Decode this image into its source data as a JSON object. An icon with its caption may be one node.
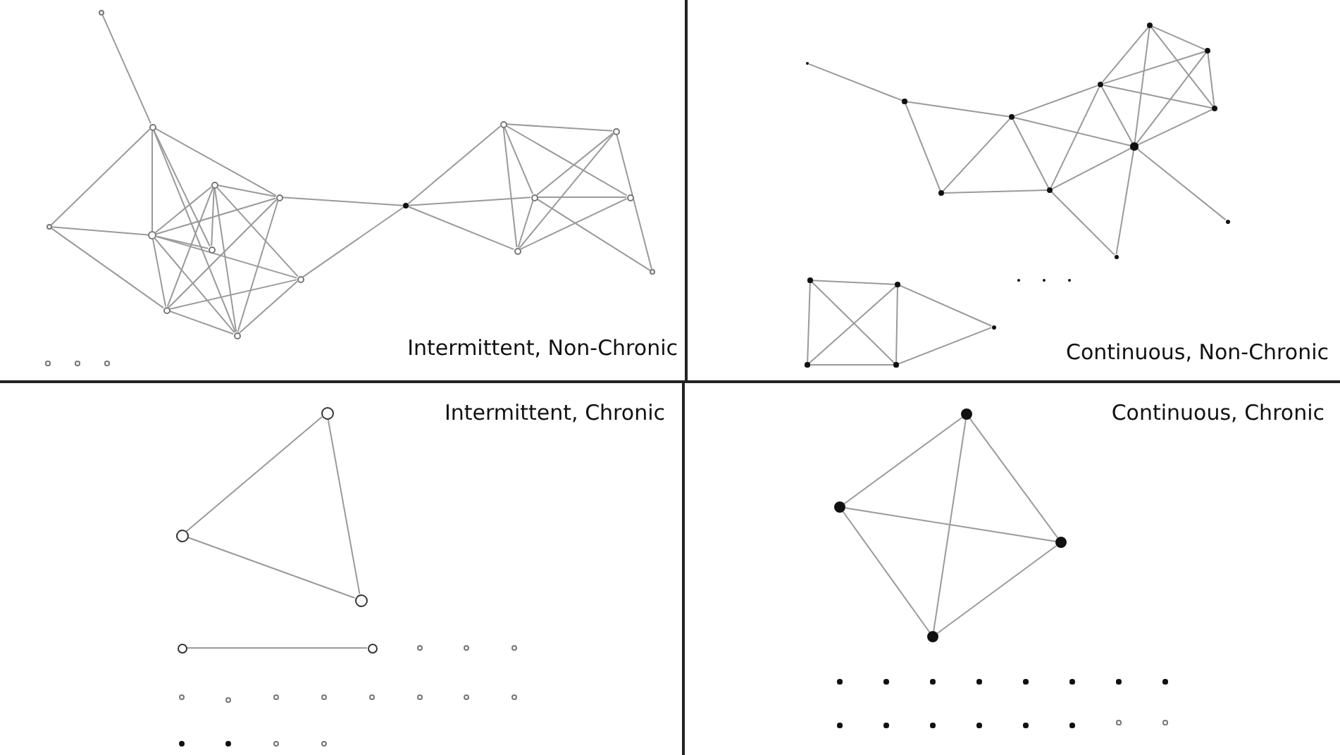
{
  "diagram": {
    "nodes": [
      {
        "text": [],
        "shape": "circle"
      },
      {
        "text": [],
        "shape": "circle"
      },
      {
        "text": [],
        "shape": "circle"
      },
      {
        "text": [],
        "shape": "circle"
      },
      {
        "text": [],
        "shape": "circle"
      },
      {
        "text": [],
        "shape": "circle"
      },
      {
        "text": [],
        "shape": "circle"
      },
      {
        "text": [],
        "shape": "circle"
      },
      {
        "text": [],
        "shape": "circle"
      },
      {
        "text": [],
        "shape": "circle"
      },
      {
        "text": [],
        "shape": "circle"
      },
      {
        "text": [],
        "shape": "circle"
      },
      {
        "text": [],
        "shape": "circle"
      },
      {
        "text": [],
        "shape": "circle"
      },
      {
        "text": [],
        "shape": "circle"
      },
      {
        "text": [],
        "shape": "circle"
      },
      {
        "text": [],
        "shape": "circle"
      },
      {
        "text": [],
        "shape": "circle"
      },
      {
        "text": [],
        "shape": "circle"
      },
      {
        "text": [],
        "shape": "circle"
      },
      {
        "text": [],
        "shape": "circle"
      },
      {
        "text": [],
        "shape": "circle"
      },
      {
        "text": [],
        "shape": "circle"
      },
      {
        "text": [],
        "shape": "circle"
      },
      {
        "text": [],
        "shape": "circle"
      },
      {
        "text": [],
        "shape": "circle"
      },
      {
        "text": [],
        "shape": "circle"
      },
      {
        "text": [],
        "shape": "circle"
      },
      {
        "text": [],
        "shape": "circle"
      },
      {
        "text": [],
        "shape": "circle"
      },
      {
        "text": [],
        "shape": "circle"
      },
      {
        "text": [],
        "shape": "circle"
      },
      {
        "text": [],
        "shape": "circle"
      },
      {
        "text": [],
        "shape": "circle"
      },
      {
        "text": [],
        "shape": "circle"
      },
      {
        "text": [],
        "shape": "circle"
      },
      {
        "text": [],
        "shape": "circle"
      },
      {
        "text": [],
        "shape": "circle"
      },
      {
        "text": [],
        "shape": "circle"
      },
      {
        "text": [],
        "shape": "circle"
      },
      {
        "text": [],
        "shape": "circle"
      },
      {
        "text": [],
        "shape": "circle"
      },
      {
        "text": [],
        "shape": "circle"
      },
      {
        "text": [],
        "shape": "circle"
      },
      {
        "text": [],
        "shape": "circle"
      },
      {
        "text": [],
        "shape": "circle"
      },
      {
        "text": [],
        "shape": "circle"
      },
      {
        "text": [],
        "shape": "circle"
      },
      {
        "text": [],
        "shape": "circle"
      },
      {
        "text": [],
        "shape": "circle"
      },
      {
        "text": [],
        "shape": "circle"
      },
      {
        "text": [],
        "shape": "circle"
      },
      {
        "text": [],
        "shape": "circle"
      },
      {
        "text": [],
        "shape": "circle"
      },
      {
        "text": [],
        "shape": "circle"
      },
      {
        "text": [],
        "shape": "circle"
      },
      {
        "text": [],
        "shape": "circle"
      },
      {
        "text": [],
        "shape": "circle"
      },
      {
        "text": [],
        "shape": "circle"
      },
      {
        "text": [],
        "shape": "circle"
      },
      {
        "text": [],
        "shape": "circle"
      },
      {
        "text": [],
        "shape": "circle"
      },
      {
        "text": [],
        "shape": "circle"
      },
      {
        "text": [],
        "shape": "circle"
      },
      {
        "text": [],
        "shape": "circle"
      },
      {
        "text": [],
        "shape": "circle"
      },
      {
        "text": [],
        "shape": "circle"
      },
      {
        "text": [],
        "shape": "circle"
      },
      {
        "text": [],
        "shape": "circle"
      },
      {
        "text": [],
        "shape": "circle"
      },
      {
        "text": [],
        "shape": "circle"
      },
      {
        "text": [],
        "shape": "circle"
      },
      {
        "text": [],
        "shape": "circle"
      },
      {
        "text": [],
        "shape": "circle"
      },
      {
        "text": [],
        "shape": "circle"
      },
      {
        "text": [],
        "shape": "circle"
      },
      {
        "text": [],
        "shape": "circle"
      },
      {
        "text": [],
        "shape": "circle"
      },
      {
        "text": [],
        "shape": "circle"
      },
      {
        "text": [],
        "shape": "circle"
      }
    ],
    "edges": [
      {
        "from": 0,
        "to": 1,
        "arrow": "none"
      },
      {
        "from": 1,
        "to": 4,
        "arrow": "none"
      },
      {
        "from": 1,
        "to": 5,
        "arrow": "none"
      },
      {
        "from": 1,
        "to": 6,
        "arrow": "none"
      },
      {
        "from": 1,
        "to": 3,
        "arrow": "none"
      },
      {
        "from": 1,
        "to": 9,
        "arrow": "none"
      },
      {
        "from": 4,
        "to": 5,
        "arrow": "none"
      },
      {
        "from": 4,
        "to": 8,
        "arrow": "none"
      },
      {
        "from": 5,
        "to": 2,
        "arrow": "none"
      },
      {
        "from": 5,
        "to": 3,
        "arrow": "none"
      },
      {
        "from": 5,
        "to": 6,
        "arrow": "none"
      },
      {
        "from": 5,
        "to": 7,
        "arrow": "none"
      },
      {
        "from": 5,
        "to": 8,
        "arrow": "none"
      },
      {
        "from": 5,
        "to": 9,
        "arrow": "none"
      },
      {
        "from": 2,
        "to": 3,
        "arrow": "none"
      },
      {
        "from": 2,
        "to": 6,
        "arrow": "none"
      },
      {
        "from": 2,
        "to": 8,
        "arrow": "none"
      },
      {
        "from": 2,
        "to": 9,
        "arrow": "none"
      },
      {
        "from": 2,
        "to": 7,
        "arrow": "none"
      },
      {
        "from": 3,
        "to": 8,
        "arrow": "none"
      },
      {
        "from": 3,
        "to": 9,
        "arrow": "none"
      },
      {
        "from": 8,
        "to": 7,
        "arrow": "none"
      },
      {
        "from": 8,
        "to": 9,
        "arrow": "none"
      },
      {
        "from": 9,
        "to": 7,
        "arrow": "none"
      },
      {
        "from": 3,
        "to": 10,
        "arrow": "none"
      },
      {
        "from": 7,
        "to": 10,
        "arrow": "none"
      },
      {
        "from": 10,
        "to": 11,
        "arrow": "none"
      },
      {
        "from": 10,
        "to": 13,
        "arrow": "none"
      },
      {
        "from": 10,
        "to": 15,
        "arrow": "none"
      },
      {
        "from": 11,
        "to": 12,
        "arrow": "none"
      },
      {
        "from": 11,
        "to": 13,
        "arrow": "none"
      },
      {
        "from": 11,
        "to": 14,
        "arrow": "none"
      },
      {
        "from": 11,
        "to": 15,
        "arrow": "none"
      },
      {
        "from": 12,
        "to": 13,
        "arrow": "none"
      },
      {
        "from": 12,
        "to": 15,
        "arrow": "none"
      },
      {
        "from": 12,
        "to": 16,
        "arrow": "none"
      },
      {
        "from": 13,
        "to": 14,
        "arrow": "none"
      },
      {
        "from": 13,
        "to": 15,
        "arrow": "none"
      },
      {
        "from": 13,
        "to": 16,
        "arrow": "none"
      },
      {
        "from": 14,
        "to": 15,
        "arrow": "none"
      },
      {
        "from": 20,
        "to": 21,
        "arrow": "none"
      },
      {
        "from": 21,
        "to": 22,
        "arrow": "none"
      },
      {
        "from": 21,
        "to": 28,
        "arrow": "none"
      },
      {
        "from": 22,
        "to": 28,
        "arrow": "none"
      },
      {
        "from": 22,
        "to": 29,
        "arrow": "none"
      },
      {
        "from": 22,
        "to": 23,
        "arrow": "none"
      },
      {
        "from": 22,
        "to": 27,
        "arrow": "none"
      },
      {
        "from": 28,
        "to": 29,
        "arrow": "none"
      },
      {
        "from": 29,
        "to": 23,
        "arrow": "none"
      },
      {
        "from": 29,
        "to": 27,
        "arrow": "none"
      },
      {
        "from": 29,
        "to": 30,
        "arrow": "none"
      },
      {
        "from": 23,
        "to": 24,
        "arrow": "none"
      },
      {
        "from": 23,
        "to": 25,
        "arrow": "none"
      },
      {
        "from": 23,
        "to": 26,
        "arrow": "none"
      },
      {
        "from": 23,
        "to": 27,
        "arrow": "none"
      },
      {
        "from": 24,
        "to": 25,
        "arrow": "none"
      },
      {
        "from": 24,
        "to": 27,
        "arrow": "none"
      },
      {
        "from": 24,
        "to": 26,
        "arrow": "none"
      },
      {
        "from": 25,
        "to": 26,
        "arrow": "none"
      },
      {
        "from": 25,
        "to": 27,
        "arrow": "none"
      },
      {
        "from": 26,
        "to": 27,
        "arrow": "none"
      },
      {
        "from": 27,
        "to": 30,
        "arrow": "none"
      },
      {
        "from": 27,
        "to": 31,
        "arrow": "none"
      },
      {
        "from": 32,
        "to": 33,
        "arrow": "none"
      },
      {
        "from": 32,
        "to": 34,
        "arrow": "none"
      },
      {
        "from": 32,
        "to": 35,
        "arrow": "none"
      },
      {
        "from": 33,
        "to": 34,
        "arrow": "none"
      },
      {
        "from": 33,
        "to": 35,
        "arrow": "none"
      },
      {
        "from": 34,
        "to": 35,
        "arrow": "none"
      },
      {
        "from": 33,
        "to": 36,
        "arrow": "none"
      },
      {
        "from": 35,
        "to": 36,
        "arrow": "none"
      },
      {
        "from": 40,
        "to": 41,
        "arrow": "none"
      },
      {
        "from": 40,
        "to": 42,
        "arrow": "none"
      },
      {
        "from": 41,
        "to": 42,
        "arrow": "none"
      },
      {
        "from": 43,
        "to": 44,
        "arrow": "none"
      },
      {
        "from": 60,
        "to": 61,
        "arrow": "none"
      },
      {
        "from": 60,
        "to": 62,
        "arrow": "none"
      },
      {
        "from": 60,
        "to": 63,
        "arrow": "none"
      },
      {
        "from": 61,
        "to": 62,
        "arrow": "none"
      },
      {
        "from": 61,
        "to": 63,
        "arrow": "none"
      },
      {
        "from": 62,
        "to": 63,
        "arrow": "none"
      }
    ],
    "labels": [
      "Intermittent, Non-Chronic",
      "Continuous, Non-Chronic",
      "Intermittent, Chronic",
      "Continuous, Chronic"
    ]
  }
}
